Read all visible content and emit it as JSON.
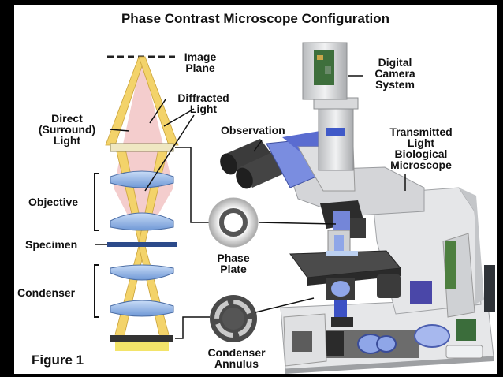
{
  "title": "Phase Contrast Microscope Configuration",
  "figure_label": "Figure 1",
  "labels": {
    "image_plane_1": "Image",
    "image_plane_2": "Plane",
    "diffracted_1": "Diffracted",
    "diffracted_2": "Light",
    "direct_1": "Direct",
    "direct_2": "(Surround)",
    "direct_3": "Light",
    "objective": "Objective",
    "specimen": "Specimen",
    "condenser": "Condenser",
    "phase_plate_1": "Phase",
    "phase_plate_2": "Plate",
    "condenser_annulus_1": "Condenser",
    "condenser_annulus_2": "Annulus",
    "observation": "Observation",
    "digital_camera_1": "Digital",
    "digital_camera_2": "Camera",
    "digital_camera_3": "System",
    "transmitted_1": "Transmitted",
    "transmitted_2": "Light",
    "transmitted_3": "Biological",
    "transmitted_4": "Microscope"
  },
  "colors": {
    "background": "#000000",
    "panel": "#ffffff",
    "direct_light": "#f3d060",
    "diffracted_light": "#f2b8b8",
    "lens": "#8fb4e6",
    "specimen": "#2c4a8a",
    "body_gray": "#d9dadc",
    "dark_gray": "#3a3a3a",
    "accent_blue": "#5b6fd6"
  }
}
